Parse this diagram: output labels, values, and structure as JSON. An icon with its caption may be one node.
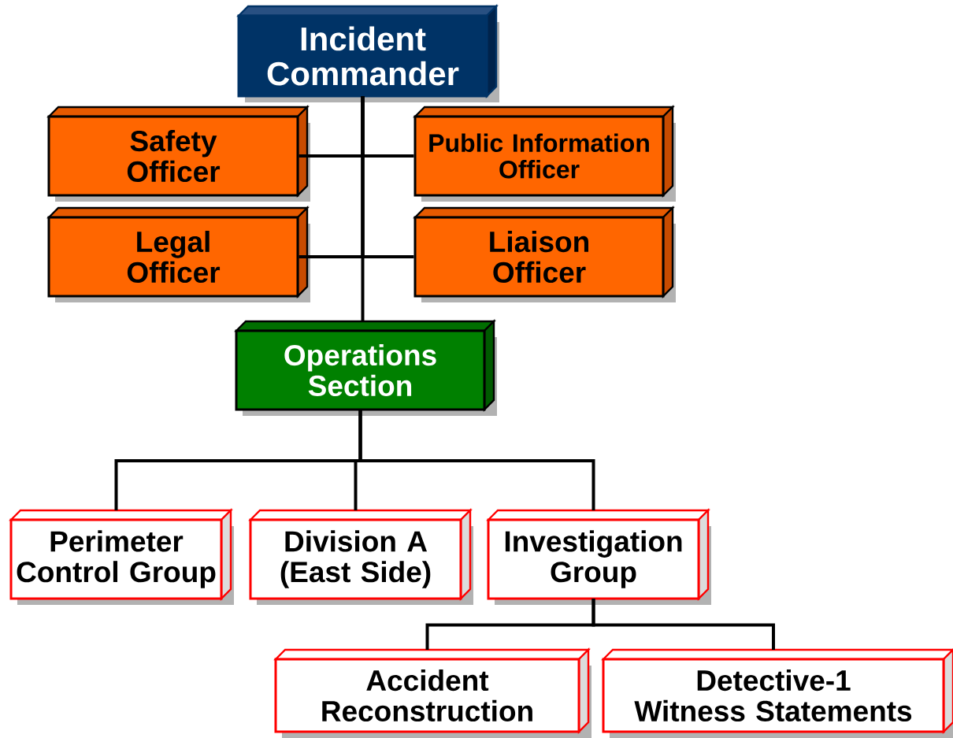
{
  "diagram": {
    "nodes": [
      {
        "text": [
          "Incident Commander"
        ]
      },
      {
        "text": [
          "Safety Officer"
        ]
      },
      {
        "text": [
          "Public Information Officer"
        ]
      },
      {
        "text": [
          "Legal Officer"
        ]
      },
      {
        "text": [
          "Liaison Officer"
        ]
      },
      {
        "text": [
          "Operations Section"
        ]
      },
      {
        "text": [
          "Perimeter Control Group"
        ]
      },
      {
        "text": [
          "Division A (East Side)"
        ]
      },
      {
        "text": [
          "Investigation Group"
        ]
      },
      {
        "text": [
          "Accident Reconstruction"
        ]
      },
      {
        "text": [
          "Detective-1",
          "Witness Statements"
        ]
      }
    ],
    "edges": [
      {
        "from": 0,
        "to": 1,
        "arrow": "none"
      },
      {
        "from": 0,
        "to": 2,
        "arrow": "none"
      },
      {
        "from": 0,
        "to": 3,
        "arrow": "none"
      },
      {
        "from": 0,
        "to": 4,
        "arrow": "none"
      },
      {
        "from": 0,
        "to": 5,
        "arrow": "none"
      },
      {
        "from": 5,
        "to": 6,
        "arrow": "none"
      },
      {
        "from": 5,
        "to": 7,
        "arrow": "none"
      },
      {
        "from": 5,
        "to": 8,
        "arrow": "none"
      },
      {
        "from": 8,
        "to": 9,
        "arrow": "none"
      },
      {
        "from": 8,
        "to": 10,
        "arrow": "none"
      }
    ]
  }
}
